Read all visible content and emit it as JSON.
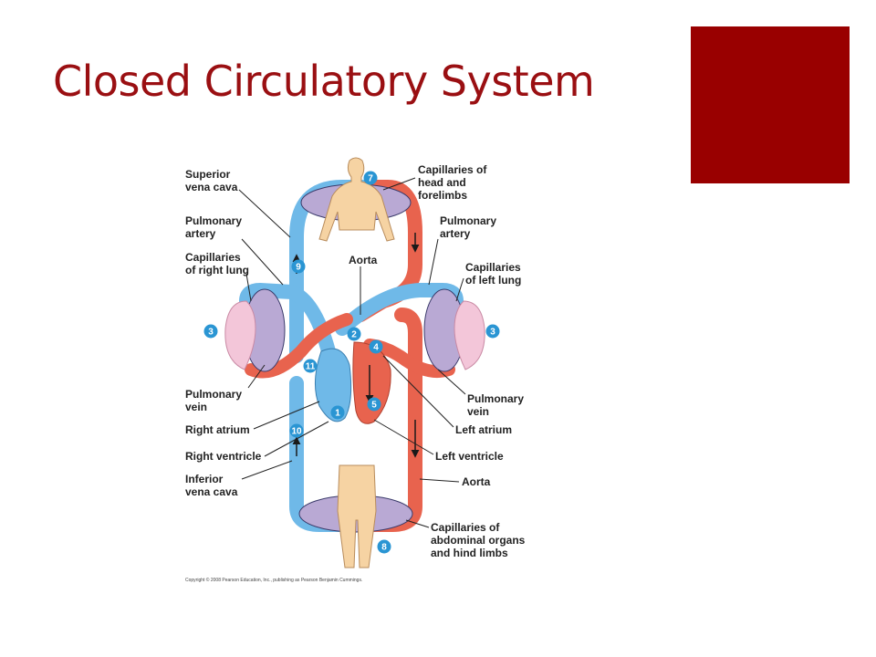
{
  "slide": {
    "title": "Closed Circulatory System",
    "accent_color": "#990000",
    "title_color": "#9a0f12"
  },
  "diagram": {
    "labels": {
      "superior_vena_cava": [
        "Superior",
        "vena cava"
      ],
      "pulmonary_artery_left": [
        "Pulmonary",
        "artery"
      ],
      "capillaries_right_lung": [
        "Capillaries",
        "of right lung"
      ],
      "pulmonary_vein_left": [
        "Pulmonary",
        "vein"
      ],
      "right_atrium": [
        "Right atrium"
      ],
      "right_ventricle": [
        "Right ventricle"
      ],
      "inferior_vena_cava": [
        "Inferior",
        "vena cava"
      ],
      "capillaries_head": [
        "Capillaries of",
        "head and",
        "forelimbs"
      ],
      "pulmonary_artery_right": [
        "Pulmonary",
        "artery"
      ],
      "aorta_top": [
        "Aorta"
      ],
      "capillaries_left_lung": [
        "Capillaries",
        "of left lung"
      ],
      "pulmonary_vein_right": [
        "Pulmonary",
        "vein"
      ],
      "left_atrium": [
        "Left atrium"
      ],
      "left_ventricle": [
        "Left ventricle"
      ],
      "aorta_bottom": [
        "Aorta"
      ],
      "capillaries_abdominal": [
        "Capillaries of",
        "abdominal organs",
        "and hind limbs"
      ]
    },
    "numbers": [
      "1",
      "2",
      "3",
      "3",
      "4",
      "5",
      "7",
      "8",
      "9",
      "10",
      "11"
    ],
    "copyright": "Copyright © 2008 Pearson Education, Inc., publishing as Pearson Benjamin Cummings.",
    "colors": {
      "oxygen_poor": "#6fb9e8",
      "oxygen_rich": "#e8634e",
      "capillary": "#b9a9d4",
      "lung": "#f3c6d9",
      "skin": "#f6d3a3",
      "number_badge": "#2a95d3"
    }
  }
}
